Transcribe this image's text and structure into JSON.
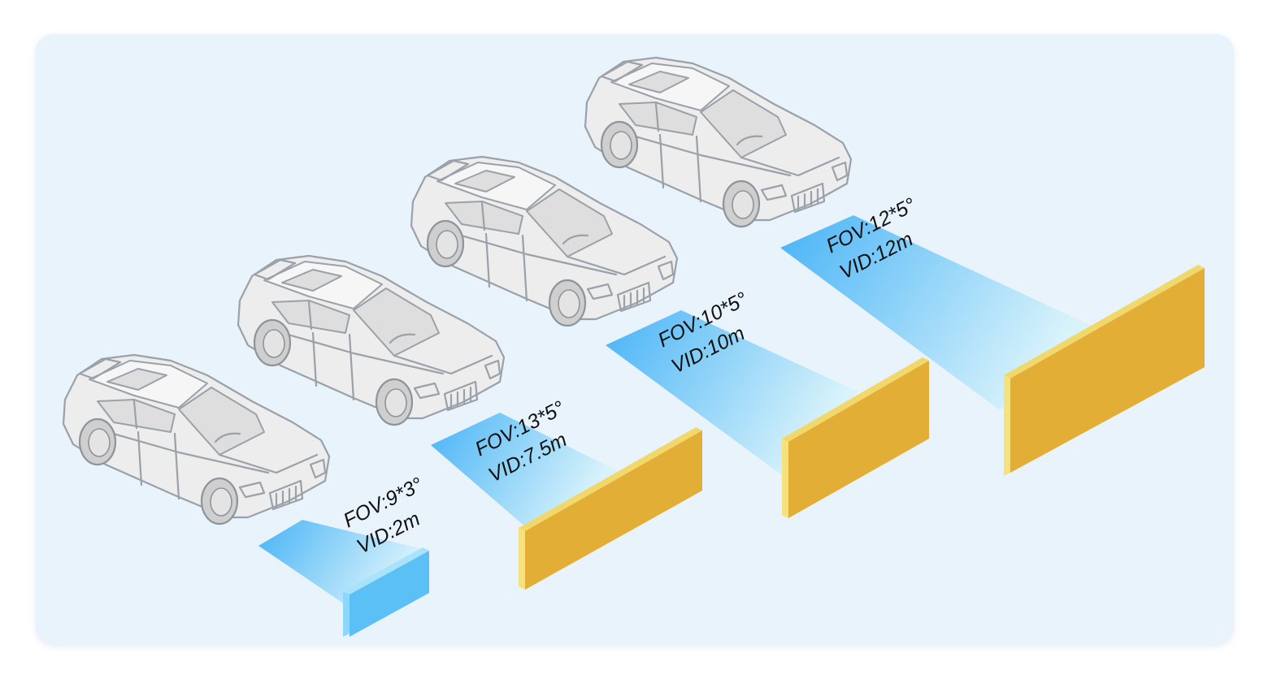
{
  "colors": {
    "panel_bg": "#e9f3fc",
    "beam_start": "#3fb0f6",
    "beam_end": "#d8f3fb",
    "screen_front": "#e2ae36",
    "screen_top": "#f2d86a",
    "screen_side": "#f6e27c",
    "blue_screen_front": "#5bc0f6",
    "blue_screen_top": "#a9e3fb",
    "car_stroke": "#9aa1a8",
    "label_text": "#111111"
  },
  "cars": [
    {
      "id": "car-1",
      "fov_label": "FOV:9*3°",
      "vid_label": "VID:2m",
      "screen_color": "blue"
    },
    {
      "id": "car-2",
      "fov_label": "FOV:13*5°",
      "vid_label": "VID:7.5m",
      "screen_color": "yellow"
    },
    {
      "id": "car-3",
      "fov_label": "FOV:10*5°",
      "vid_label": "VID:10m",
      "screen_color": "yellow"
    },
    {
      "id": "car-4",
      "fov_label": "FOV:12*5°",
      "vid_label": "VID:12m",
      "screen_color": "yellow"
    }
  ]
}
